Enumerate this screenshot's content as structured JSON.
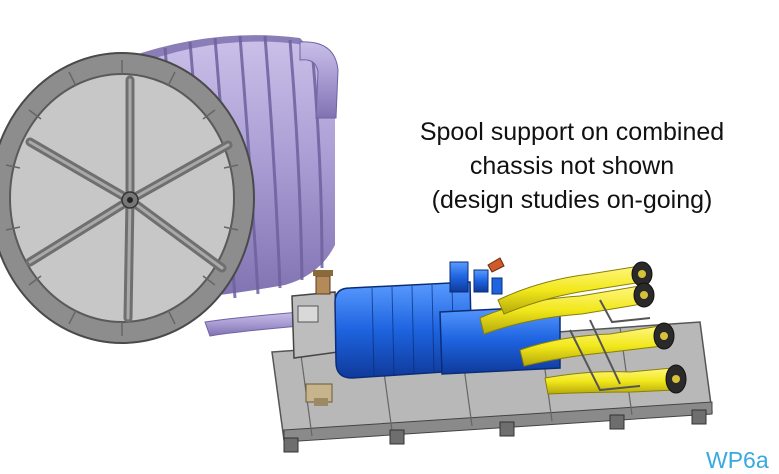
{
  "caption": {
    "line1": "Spool support on combined",
    "line2": "chassis not shown",
    "line3": "(design studies on-going)"
  },
  "corner_tag": "WP6a",
  "colors": {
    "hose": "#a79ad2",
    "spool": "#8d8d8d",
    "cryostat": "#1e63e0",
    "lines": "#f2e81c",
    "frame": "#9a9a9a",
    "tag": "#38a9e0"
  }
}
